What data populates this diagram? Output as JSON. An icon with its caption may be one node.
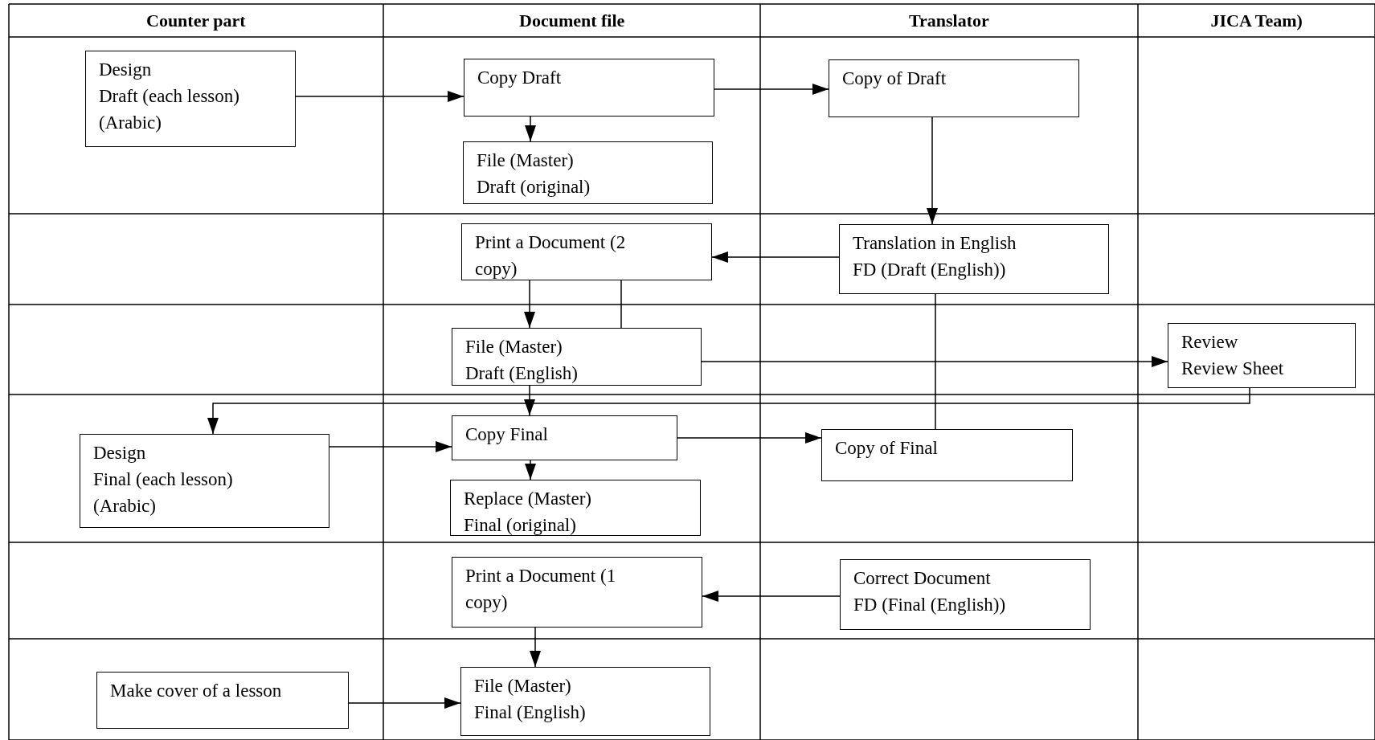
{
  "diagram": {
    "nodes": [
      {
        "text": [
          "Design",
          "Draft (each lesson) (Arabic)"
        ]
      },
      {
        "text": [
          "Copy Draft"
        ]
      },
      {
        "text": [
          "Copy of Draft"
        ]
      },
      {
        "text": [
          "File (Master)",
          "Draft (original)"
        ]
      },
      {
        "text": [
          "Print a Document (2 copy)"
        ]
      },
      {
        "text": [
          "Translation in English",
          "FD (Draft (English))"
        ]
      },
      {
        "text": [
          "File (Master)",
          "Draft (English)"
        ]
      },
      {
        "text": [
          "Review",
          "Review Sheet"
        ]
      },
      {
        "text": [
          "Design",
          "Final (each lesson) (Arabic)"
        ]
      },
      {
        "text": [
          "Copy Final"
        ]
      },
      {
        "text": [
          "Copy of Final"
        ]
      },
      {
        "text": [
          "Replace (Master)",
          "Final (original)"
        ]
      },
      {
        "text": [
          "Print a Document (1 copy)"
        ]
      },
      {
        "text": [
          "Correct Document",
          "FD (Final (English))"
        ]
      },
      {
        "text": [
          "Make cover of a lesson"
        ]
      },
      {
        "text": [
          "File (Master)",
          "Final (English)"
        ]
      }
    ],
    "edges": [
      {
        "from": 0,
        "to": 1,
        "arrow": "to"
      },
      {
        "from": 1,
        "to": 3,
        "arrow": "to"
      },
      {
        "from": 1,
        "to": 2,
        "arrow": "to"
      },
      {
        "from": 2,
        "to": 5,
        "arrow": "to"
      },
      {
        "from": 5,
        "to": 4,
        "arrow": "to"
      },
      {
        "from": 4,
        "to": 6,
        "arrow": "to"
      },
      {
        "from": 4,
        "to": 6,
        "arrow": "none"
      },
      {
        "from": 5,
        "to": 10,
        "arrow": "none"
      },
      {
        "from": 6,
        "to": 7,
        "arrow": "to"
      },
      {
        "from": 6,
        "to": 9,
        "arrow": "to"
      },
      {
        "from": 7,
        "to": 8,
        "arrow": "to"
      },
      {
        "from": 8,
        "to": 9,
        "arrow": "to"
      },
      {
        "from": 9,
        "to": 11,
        "arrow": "to"
      },
      {
        "from": 9,
        "to": 10,
        "arrow": "to"
      },
      {
        "from": 13,
        "to": 12,
        "arrow": "to"
      },
      {
        "from": 12,
        "to": 15,
        "arrow": "to"
      },
      {
        "from": 14,
        "to": 15,
        "arrow": "to"
      }
    ],
    "labels": [
      "Counter part",
      "Document file",
      "Translator",
      "JICA Team)"
    ]
  }
}
